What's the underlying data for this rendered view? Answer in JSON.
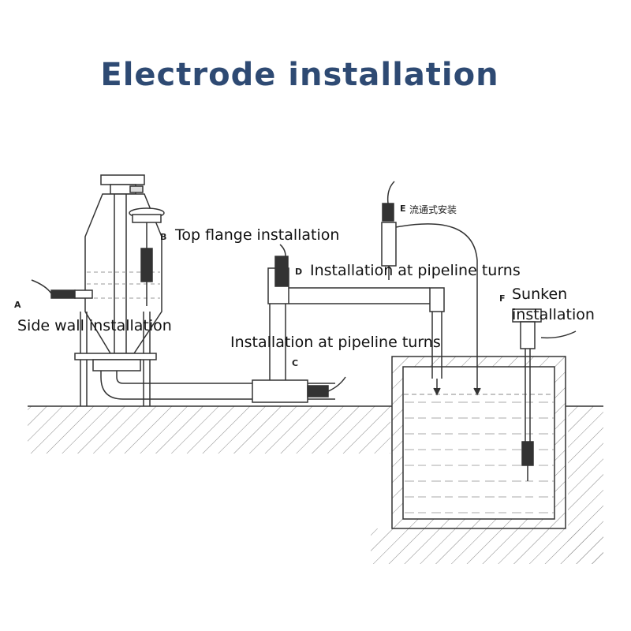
{
  "title": "Electrode installation",
  "letters": {
    "a": "A",
    "b": "B",
    "c": "C",
    "d": "D",
    "e": "E",
    "f": "F"
  },
  "labels": {
    "side_wall": "Side wall installation",
    "top_flange": "Top flange installation",
    "pipeline_turns_upper": "Installation at pipeline turns",
    "pipeline_turns_lower": "Installation at pipeline turns",
    "sunken_line1": "Sunken",
    "sunken_line2": "installation",
    "flow_type_cn": "流通式安装"
  },
  "colors": {
    "title": "#2e4a73",
    "line": "#333333",
    "hatch": "#777777"
  }
}
